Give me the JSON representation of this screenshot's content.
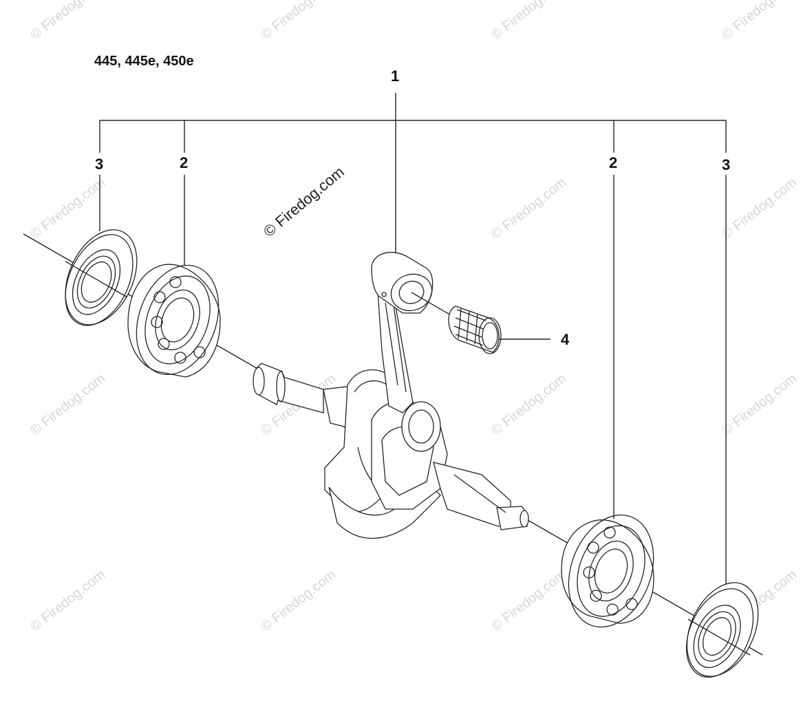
{
  "title": "445, 445e, 450e",
  "callouts": {
    "c1": "1",
    "c2_left": "2",
    "c3_left": "3",
    "c2_right": "2",
    "c3_right": "3",
    "c4": "4"
  },
  "watermark_main": "© Firedog.com",
  "watermark_repeat": "© Firedog.com"
}
